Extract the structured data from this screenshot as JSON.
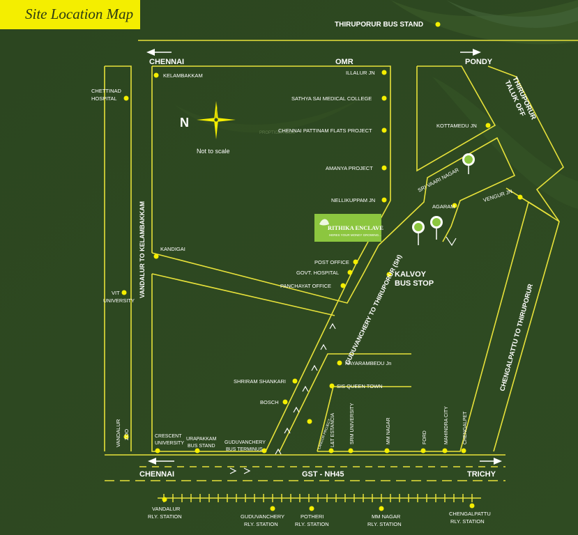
{
  "title": "Site Location Map",
  "colors": {
    "background": "#2f4a22",
    "road": "#e8e23a",
    "dot": "#f4ee00",
    "text": "#ffffff",
    "badge": "#8cc63f",
    "title_bg": "#f4ee00"
  },
  "compass": {
    "letter": "N",
    "note": "Not to scale",
    "icon": "compass-star-icon"
  },
  "watermark": "PROPTIGER.COM",
  "project": {
    "name": "RITHIKA ENCLAVE",
    "tagline": "HERES YOUR MONEY GROWING..."
  },
  "directions": {
    "chennai_top": "CHENNAI",
    "omr": "OMR",
    "pondy": "PONDY",
    "chennai_bottom": "CHENNAI",
    "gst": "GST - NH45",
    "trichy": "TRICHY"
  },
  "roads": {
    "vandalur": "VANDALUR TO KELAMBAKKAM",
    "guduvanchery": "GUDUVANCHERY TO THIRUPORUR (SH)",
    "chengalpattu": "CHENGALPATTU TO THIRUPORUR",
    "taluk": [
      "THIRUPORUR",
      "TALUK OFF"
    ],
    "srivaari": "SRI VAARI NAGAR"
  },
  "landmarks": {
    "bus_stand": "THIRUPORUR BUS STAND",
    "kelambakkam": "KELAMBAKKAM",
    "chettinad": [
      "CHETTINAD",
      "HOSPITAL"
    ],
    "illalur": "ILLALUR JN",
    "sathya": "SATHYA SAI MEDICAL COLLEGE",
    "pattinam": "CHENNAI PATTINAM FLATS PROJECT",
    "amanya": "AMANYA PROJECT",
    "nellikuppam": "NELLIKUPPAM JN",
    "kottamedu": "KOTTAMEDU JN",
    "agaram": "AGARAM",
    "vengur": "VENGUR JN",
    "kandigai": "KANDIGAI",
    "post": "POST OFFICE",
    "govt": "GOVT. HOSPITAL",
    "panchayat": "PANCHAYAT OFFICE",
    "kalvoy": [
      "KALVOY",
      "BUS STOP"
    ],
    "vit": [
      "VIT",
      "UNIVERSITY"
    ],
    "kayarambedu": "KAYARAMBEDU Jn",
    "shriram": "SHRIRAM SHANKARI",
    "sis": "SIS QUEEN TOWN",
    "bosch": "BOSCH",
    "zoo": [
      "VANDALUR",
      "ZOO"
    ],
    "crescent": [
      "CRESCENT",
      "UNIVERSITY"
    ],
    "urapakkam": [
      "URAPAKKAM",
      "BUS STAND"
    ],
    "gudu_terminus": [
      "GUDUVANCHERY",
      "BUS TERMINUS"
    ],
    "lancor": "LANCOR PROJECT",
    "lt": "L&T ESTANCIA",
    "srm": "SRM UNIVERSITY",
    "mmnagar": "MM NAGAR",
    "ford": "FORD",
    "mahindra": "MAHINDRA CITY",
    "chengalpet": "CHENGALPET"
  },
  "stations": {
    "vandalur": [
      "VANDALUR",
      "RLY. STATION"
    ],
    "guduvanchery": [
      "GUDUVANCHERY",
      "RLY. STATION"
    ],
    "potheri": [
      "POTHERI",
      "RLY. STATION"
    ],
    "mmnagar": [
      "MM NAGAR",
      "RLY. STATION"
    ],
    "chengalpattu": [
      "CHENGALPATTU",
      "RLY. STATION"
    ]
  }
}
